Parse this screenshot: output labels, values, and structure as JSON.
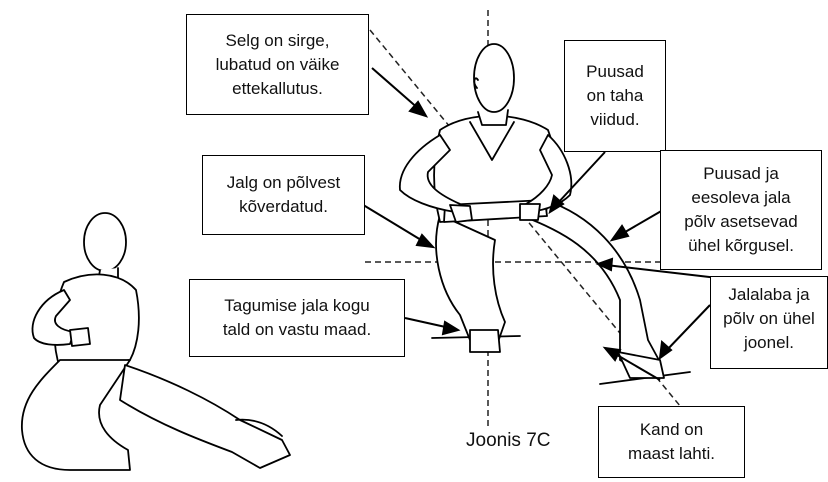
{
  "labels": {
    "back": "Selg on sirge,\nlubatud on väike\nettekallutus.",
    "hips_back": "Puusad\non taha\nviidud.",
    "knee_bent": "Jalg on põlvest\nkõverdatud.",
    "hips_knee_level": "Puusad ja\neesoleva jala\npõlv asetsevad\nühel kõrgusel.",
    "rear_sole": "Tagumise jala kogu\ntald on vastu maad.",
    "shin_knee_line": "Jalalaba ja\npõlv on ühel\njoonel.",
    "heel_up": "Kand on\nmaast lahti."
  },
  "caption": "Joonis 7C",
  "colors": {
    "line": "#000000",
    "guide": "#222222",
    "figure_fill": "#ffffff"
  }
}
